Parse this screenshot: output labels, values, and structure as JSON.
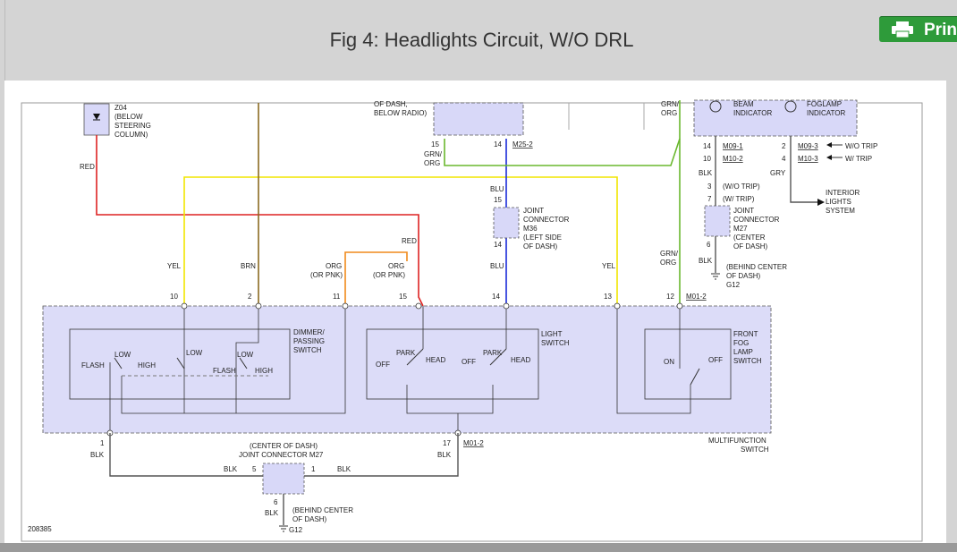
{
  "header": {
    "title": "Fig 4: Headlights Circuit, W/O DRL",
    "print_label": "Print"
  },
  "colors": {
    "red": "#dd2222",
    "yellow": "#f2e600",
    "brown": "#8a6a20",
    "orange": "#f08a1c",
    "blue": "#1a2bd8",
    "green": "#6ab82e",
    "box_fill": "#dcdcf8",
    "print_green": "#2e9b3a"
  },
  "labels": {
    "z04_ref": "Z04",
    "z04_loc": [
      "(BELOW",
      "STEERING",
      "COLUMN)"
    ],
    "dash_top": "OF DASH,",
    "dash_radio": "BELOW RADIO)",
    "red_top": "RED",
    "beam_ind": "BEAM",
    "beam_ind2": "INDICATOR",
    "fog_ind": "FOGLAMP",
    "fog_ind2": "INDICATOR",
    "grn_org_top1": "GRN/",
    "grn_org_top2": "ORG",
    "pin15a": "15",
    "pin14a": "14",
    "m25": "M25-2",
    "grn_org_mid1": "GRN/",
    "grn_org_mid2": "ORG",
    "p14_m09": "14",
    "m09_1": "M09-1",
    "p10_m10": "10",
    "m10_2": "M10-2",
    "p2_m09": "2",
    "m09_3": "M09-3",
    "wo_trip": "W/O TRIP",
    "p4_m10": "4",
    "m10_3": "M10-3",
    "w_trip": "W/ TRIP",
    "blk_a": "BLK",
    "gry": "GRY",
    "p3_wo": "3",
    "wo_trip_p": "(W/O TRIP)",
    "p7_w": "7",
    "w_trip_p": "(W/ TRIP)",
    "interior": [
      "INTERIOR",
      "LIGHTS",
      "SYSTEM"
    ],
    "blu_a": "BLU",
    "p15_jc": "15",
    "jc_m36": [
      "JOINT",
      "CONNECTOR",
      "M36",
      "(LEFT SIDE",
      "OF DASH)"
    ],
    "p14_jc": "14",
    "jc_m27a": [
      "JOINT",
      "CONNECTOR",
      "M27",
      "(CENTER",
      "OF DASH)"
    ],
    "p6_a": "6",
    "blk_b": "BLK",
    "g12_a_loc": [
      "(BEHIND CENTER",
      "OF DASH)"
    ],
    "g12_a": "G12",
    "red_mid": "RED",
    "grn_org_low1": "GRN/",
    "grn_org_low2": "ORG",
    "yel_l": "YEL",
    "brn": "BRN",
    "org_a1": "ORG",
    "org_a2": "(OR PNK)",
    "org_b1": "ORG",
    "org_b2": "(OR PNK)",
    "blu_b": "BLU",
    "yel_r": "YEL",
    "p10": "10",
    "p2": "2",
    "p11": "11",
    "p15": "15",
    "p14": "14",
    "p13": "13",
    "p12": "12",
    "m01_2a": "M01-2",
    "dimmer": [
      "DIMMER/",
      "PASSING",
      "SWITCH"
    ],
    "flash1": "FLASH",
    "low1": "LOW",
    "high1": "HIGH",
    "low2": "LOW",
    "low3": "LOW",
    "flash2": "FLASH",
    "high2": "HIGH",
    "light_sw": [
      "LIGHT",
      "SWITCH"
    ],
    "park1": "PARK",
    "head1": "HEAD",
    "off1": "OFF",
    "park2": "PARK",
    "off2": "OFF",
    "head2": "HEAD",
    "fog_sw": [
      "FRONT",
      "FOG",
      "LAMP",
      "SWITCH"
    ],
    "on": "ON",
    "off3": "OFF",
    "multi": [
      "MULTIFUNCTION",
      "SWITCH"
    ],
    "p1": "1",
    "blk_c": "BLK",
    "p17": "17",
    "m01_2b": "M01-2",
    "blk_d": "BLK",
    "jc_m27b_loc": "(CENTER OF DASH)",
    "jc_m27b": "JOINT CONNECTOR M27",
    "blk_e": "BLK",
    "p5": "5",
    "p1b": "1",
    "blk_f": "BLK",
    "p6b": "6",
    "blk_g": "BLK",
    "g12_b_loc": [
      "(BEHIND CENTER",
      "OF DASH)"
    ],
    "g12_b": "G12",
    "fig_no": "208385"
  }
}
